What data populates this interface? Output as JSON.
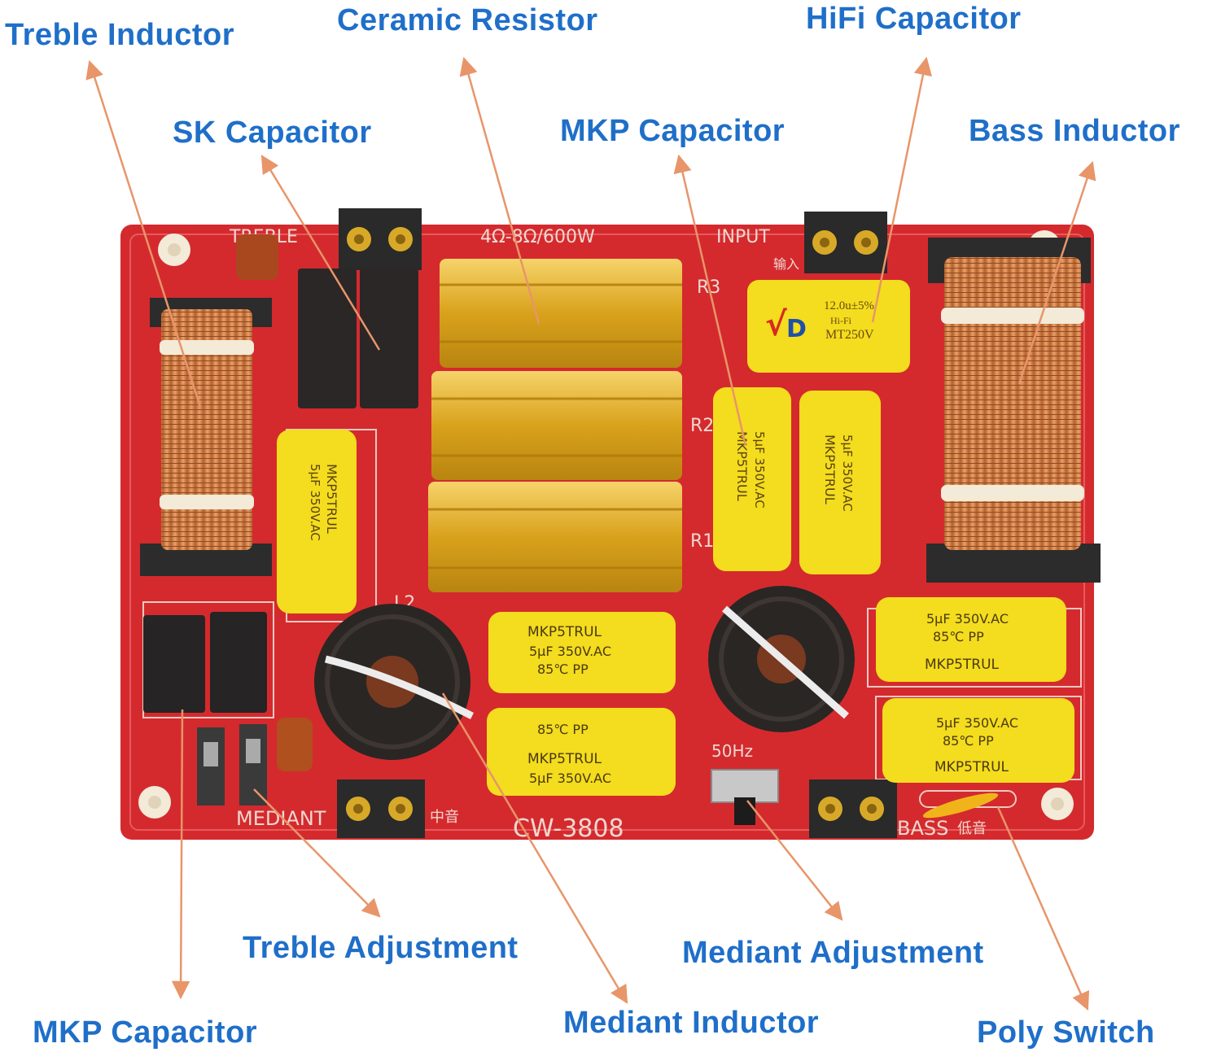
{
  "labels": {
    "treble_inductor": "Treble Inductor",
    "ceramic_resistor": "Ceramic Resistor",
    "hifi_capacitor": "HiFi Capacitor",
    "sk_capacitor": "SK Capacitor",
    "mkp_capacitor_top": "MKP Capacitor",
    "bass_inductor": "Bass Inductor",
    "treble_adjustment": "Treble Adjustment",
    "mediant_adjustment": "Mediant Adjustment",
    "mkp_capacitor_bottom": "MKP Capacitor",
    "mediant_inductor": "Mediant Inductor",
    "poly_switch": "Poly Switch"
  },
  "board": {
    "model": "CW-3808",
    "rating": "4Ω-8Ω/600W",
    "input_label": "INPUT",
    "treble_label": "TREBLE",
    "mediant_label": "MEDIANT",
    "bass_label": "BASS",
    "freq_label": "50Hz",
    "r1": "R1",
    "r2": "R2",
    "r3": "R3",
    "l2": "L2",
    "cn_mid": "中音",
    "cn_bass": "低音",
    "cn_input": "输入"
  },
  "components": {
    "mkp_line1": "MKP5TRUL",
    "mkp_line2": "5μF 350V.AC",
    "mkp_line3": "85℃ PP",
    "hifi_line1": "12.0u±5%",
    "hifi_line2": "Hi-Fi",
    "hifi_line3": "MT250V"
  },
  "colors": {
    "label": "#1f6fc9",
    "arrow": "#e8956a",
    "pcb": "#d42a2e",
    "gold": "#e2b030",
    "capacitor": "#f4dc1e",
    "copper": "#d4854a"
  }
}
